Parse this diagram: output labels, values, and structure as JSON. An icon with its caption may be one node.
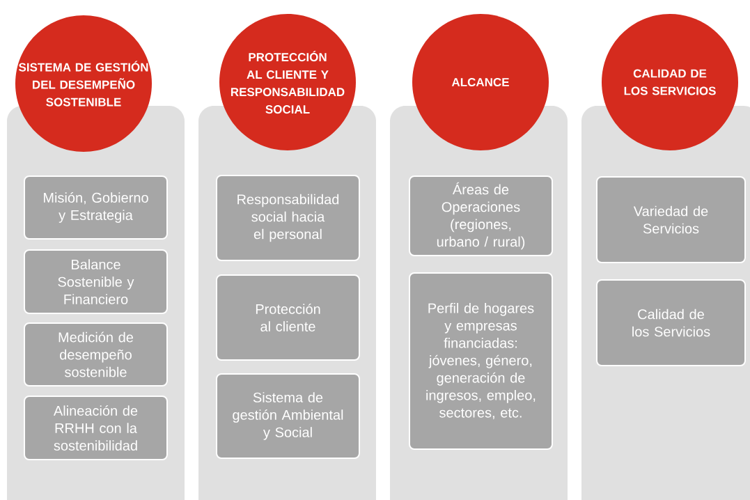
{
  "diagram": {
    "nodes": [
      {
        "text": [
          "SISTEMA DE GESTIÓN DEL DESEMPEÑO SOSTENIBLE"
        ]
      },
      {
        "text": [],
        "shape": "box"
      },
      {
        "text": [
          "Misión, Gobierno y Estrategia"
        ],
        "in": 1
      },
      {
        "text": [
          "Balance Sostenible y Financiero"
        ],
        "in": 1
      },
      {
        "text": [
          "Medición de desempeño sostenible"
        ],
        "in": 1
      },
      {
        "text": [
          "Alineación de RRHH con la sostenibilidad"
        ],
        "in": 1
      },
      {
        "text": [
          "PROTECCIÓN AL CLIENTE Y RESPONSABILIDAD SOCIAL"
        ]
      },
      {
        "text": [],
        "shape": "box"
      },
      {
        "text": [
          "Responsabilidad social hacia el personal"
        ],
        "in": 7
      },
      {
        "text": [
          "Protección al cliente"
        ],
        "in": 7
      },
      {
        "text": [
          "Sistema de gestión Ambiental y Social"
        ],
        "in": 7
      },
      {
        "text": [
          "ALCANCE"
        ]
      },
      {
        "text": [],
        "shape": "box"
      },
      {
        "text": [
          "Áreas de Operaciones (regiones, urbano / rural)"
        ],
        "in": 12
      },
      {
        "text": [
          "Perfil de hogares y empresas financiadas: jóvenes, género, generación de ingresos, empleo, sectores, etc."
        ],
        "in": 12
      },
      {
        "text": [
          "CALIDAD DE LOS SERVICIOS"
        ]
      },
      {
        "text": [],
        "shape": "box"
      },
      {
        "text": [
          "Variedad de Servicios"
        ],
        "in": 16
      },
      {
        "text": [
          "Calidad de los Servicios"
        ],
        "in": 16
      }
    ]
  }
}
